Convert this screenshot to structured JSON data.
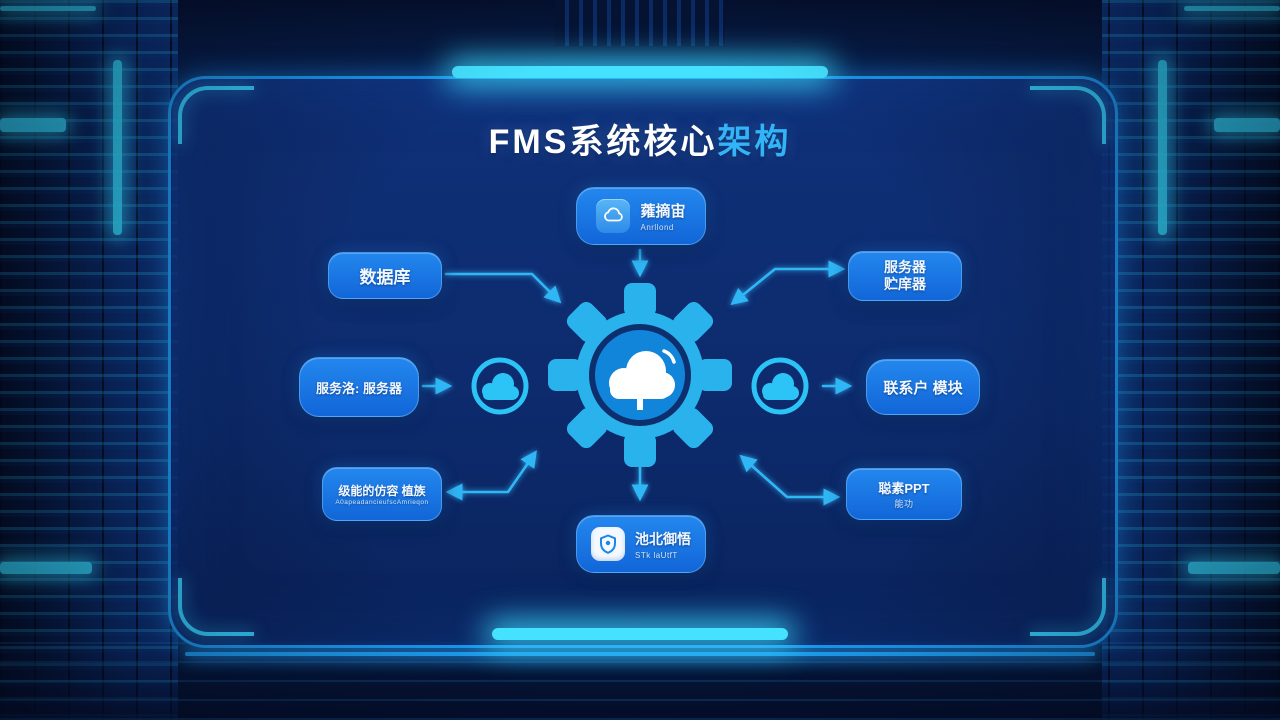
{
  "title": {
    "text_main": "FMS系统核心",
    "text_accent": "架构"
  },
  "colors": {
    "title_accent": "#31B4F8",
    "panel_border": "#1D96EC",
    "glow_cyan": "#45E2FF",
    "node_blue_top": "#2387EE",
    "node_blue_bottom": "#1266D8",
    "arrow": "#2FB6F4",
    "gear_body": "#2AB2EC",
    "gear_core": "#1085DA",
    "cloud_white": "#FFFFFF"
  },
  "nodes": {
    "top": {
      "title": "蕹摘宙",
      "subtitle": "Anrllond"
    },
    "left_top": {
      "label": "数据庠"
    },
    "left_mid": {
      "label": "服务洛: 服务器"
    },
    "left_bottom": {
      "line1": "级能的仿容 植族",
      "line2": "A0apeadancieufscAmrieqon"
    },
    "right_top": {
      "line1": "服务器",
      "line2": "贮庠器"
    },
    "right_mid": {
      "label": "联系户 模块"
    },
    "right_bottom": {
      "line1": "聪素PPT",
      "line2": "能功"
    },
    "bottom": {
      "title": "池北御悟",
      "subtitle": "STk laUtfT"
    }
  },
  "icons": {
    "top_box": "cloud-icon",
    "bottom_box": "shield-icon",
    "center": "gear-cloud-icon",
    "left_circle": "cloud-circle-icon",
    "right_circle": "cloud-circle-icon"
  },
  "edges": [
    {
      "from": "cloud-node-top",
      "to": "gear-center",
      "style": "single"
    },
    {
      "from": "database-box",
      "to": "gear-center",
      "style": "single"
    },
    {
      "from": "server-box-left",
      "to": "cloud-circle-left",
      "style": "single"
    },
    {
      "from": "gear-center",
      "to": "server-storage-box",
      "style": "double"
    },
    {
      "from": "cloud-circle-right",
      "to": "client-module-box",
      "style": "single"
    },
    {
      "from": "gear-center",
      "to": "module-box-bottom-left",
      "style": "double"
    },
    {
      "from": "gear-center",
      "to": "ppt-box",
      "style": "double"
    },
    {
      "from": "gear-center",
      "to": "security-node-bottom",
      "style": "single"
    }
  ]
}
